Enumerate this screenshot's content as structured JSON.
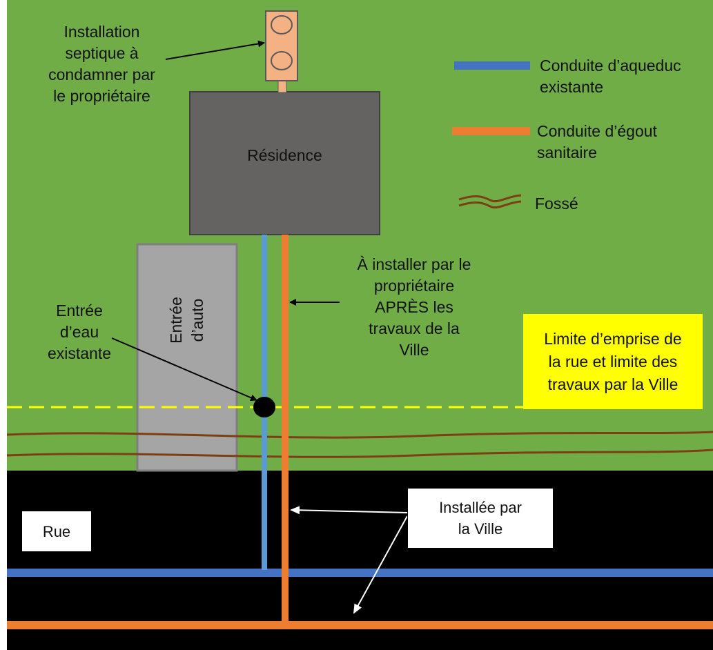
{
  "colors": {
    "lawn": "#70ad47",
    "street": "#000000",
    "residence": "#656262",
    "driveway": "#a5a5a5",
    "septic": "#f4b183",
    "aqueduct": "#4472c4",
    "aqueduct_branch": "#5b9bd5",
    "sewer": "#ed7d31",
    "ditch": "#7b3f13",
    "limit_line": "#ffff00",
    "limit_box": "#ffff00"
  },
  "labels": {
    "septic": "Installation\nseptique à\ncondamner par\nle propriétaire",
    "residence": "Résidence",
    "driveway": "Entrée\nd’auto",
    "water_entry": "Entrée\nd’eau\nexistante",
    "owner_install": "À installer par le\npropriétaire\nAPRÈS les\ntravaux de la\nVille",
    "limit": "Limite d’emprise de\nla rue et limite des\ntravaux par la Ville",
    "street": "Rue",
    "city_install": "Installée par\nla Ville"
  },
  "legend": [
    {
      "label": "Conduite d’aqueduc\nexistante",
      "symbol": "aqueduct-line"
    },
    {
      "label": "Conduite d’égout\nsanitaire",
      "symbol": "sewer-line"
    },
    {
      "label": "Fossé",
      "symbol": "ditch-wave"
    }
  ]
}
